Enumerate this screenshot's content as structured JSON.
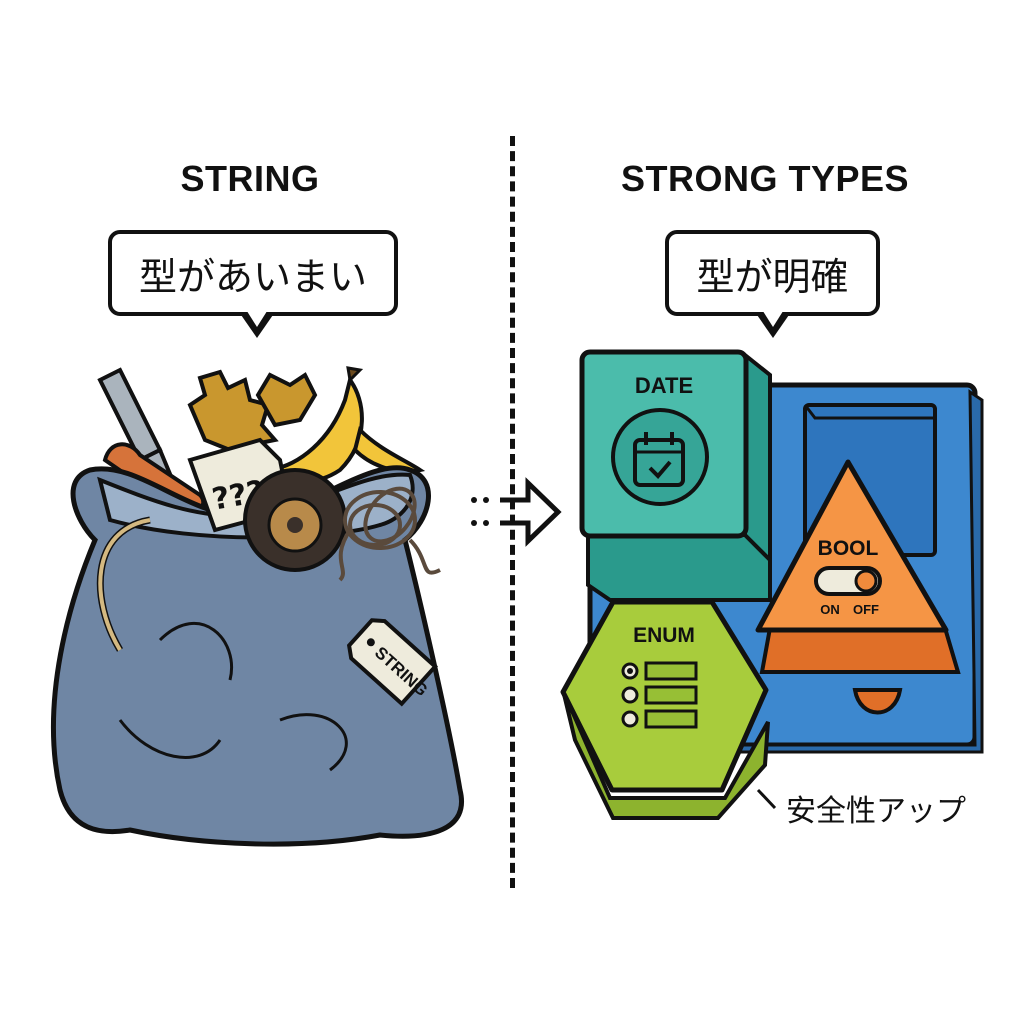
{
  "left_panel": {
    "heading": "STRING",
    "bubble_text": "型があいまい",
    "bag_tag": "STRING",
    "note_text": "???",
    "items": [
      "fork-icon",
      "gear-icon",
      "banana-icon",
      "note-icon",
      "tire-icon",
      "tangled-string-icon",
      "sausage-icon"
    ]
  },
  "right_panel": {
    "heading": "STRONG TYPES",
    "bubble_text": "型が明確",
    "blocks": [
      {
        "label": "DATE",
        "icon": "calendar-check-icon",
        "color": "#3fb3a3"
      },
      {
        "label": "BOOL",
        "icon": "toggle-icon",
        "toggle_labels": [
          "ON",
          "OFF"
        ],
        "color": "#f08a3c"
      },
      {
        "label": "ENUM",
        "icon": "radio-list-icon",
        "color": "#a8cc3c"
      }
    ],
    "board_color": "#3d88cf",
    "caption": "安全性アップ"
  },
  "arrow": {
    "direction": "right",
    "style": "dotted-to-solid"
  }
}
